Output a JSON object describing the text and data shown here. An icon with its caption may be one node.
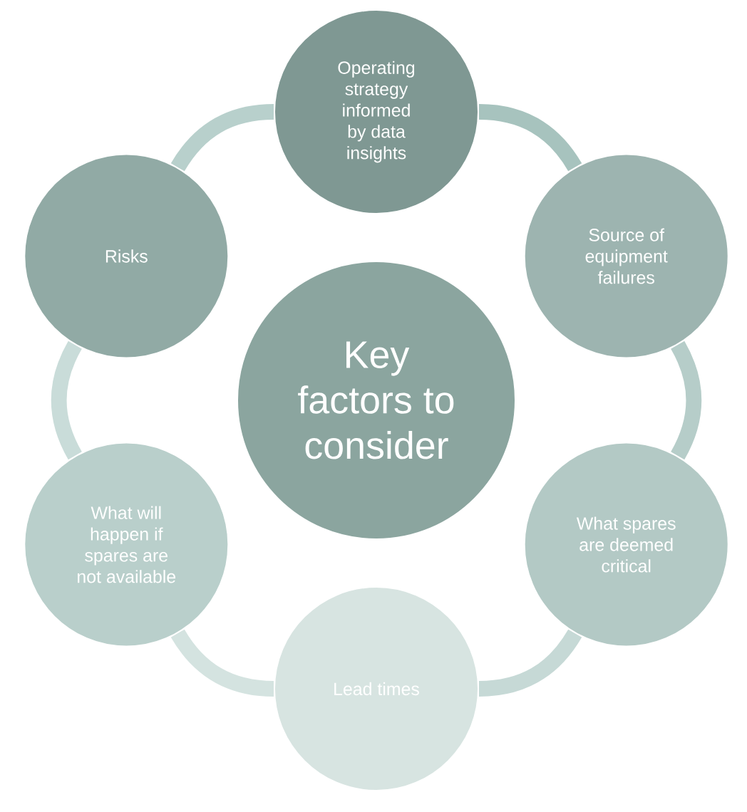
{
  "diagram": {
    "nodes": [
      {
        "text": [
          "Operating strategy informed by data insights"
        ]
      },
      {
        "text": [
          "Source of equipment failures"
        ]
      },
      {
        "text": [
          "What spares are deemed critical"
        ]
      },
      {
        "text": [
          "Lead times"
        ]
      },
      {
        "text": [
          "What will happen if spares are not available"
        ]
      },
      {
        "text": [
          "Risks"
        ]
      },
      {
        "text": [
          "Key factors to consider"
        ]
      }
    ],
    "edges": [
      {
        "from": 0,
        "to": 1,
        "arrow": "none",
        "color": "#a7c3be"
      },
      {
        "from": 1,
        "to": 2,
        "arrow": "none",
        "color": "#b6cdc9"
      },
      {
        "from": 2,
        "to": 3,
        "arrow": "none",
        "color": "#c6d9d6"
      },
      {
        "from": 3,
        "to": 4,
        "arrow": "none",
        "color": "#d4e3e0"
      },
      {
        "from": 4,
        "to": 5,
        "arrow": "none",
        "color": "#c9dcd9"
      },
      {
        "from": 5,
        "to": 0,
        "arrow": "none",
        "color": "#b8d0cc"
      }
    ]
  }
}
